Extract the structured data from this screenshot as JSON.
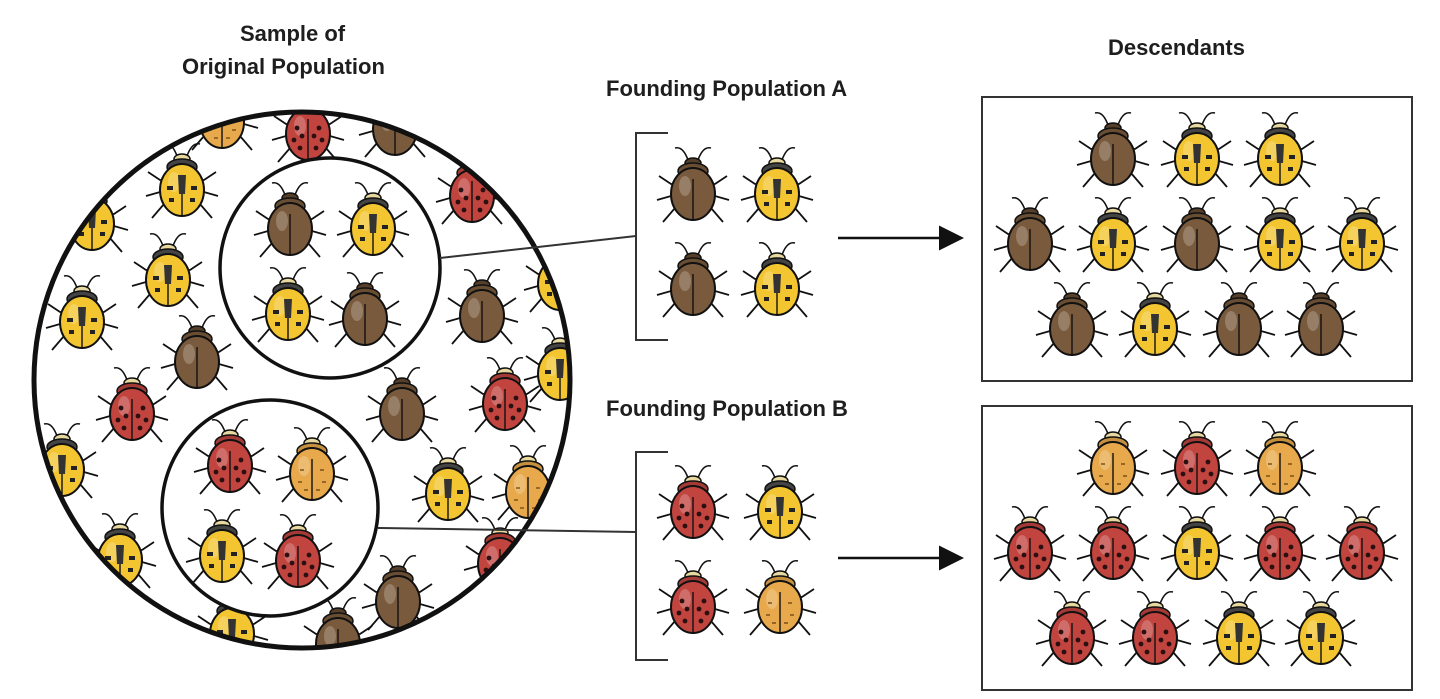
{
  "labels": {
    "sample_line1": "Sample of",
    "sample_line2": "Original Population",
    "founding_a": "Founding Population A",
    "founding_b": "Founding Population B",
    "descendants": "Descendants"
  },
  "colors": {
    "brown": "#7a5a3c",
    "yellow": "#f2c531",
    "red": "#c1443f",
    "orange": "#e7a94b",
    "outline": "#111111"
  },
  "founding_a": {
    "members": [
      "brown",
      "yellow",
      "brown",
      "yellow"
    ]
  },
  "founding_b": {
    "members": [
      "red",
      "yellow",
      "red",
      "orange"
    ]
  },
  "descendants_a": {
    "members": [
      "brown",
      "yellow",
      "yellow",
      "brown",
      "yellow",
      "brown",
      "yellow",
      "yellow",
      "brown",
      "yellow",
      "brown",
      "brown"
    ]
  },
  "descendants_b": {
    "members": [
      "orange",
      "red",
      "orange",
      "red",
      "red",
      "yellow",
      "red",
      "red",
      "red",
      "red",
      "yellow",
      "yellow"
    ]
  },
  "inset_a": {
    "members": [
      "brown",
      "yellow",
      "yellow",
      "brown"
    ]
  },
  "inset_b": {
    "members": [
      "red",
      "orange",
      "yellow",
      "red"
    ]
  },
  "original_population_background": {
    "members": [
      "red",
      "yellow",
      "yellow",
      "brown",
      "red",
      "yellow",
      "yellow",
      "brown",
      "brown",
      "yellow",
      "red",
      "brown",
      "red",
      "yellow",
      "yellow",
      "yellow",
      "orange",
      "yellow",
      "brown",
      "red",
      "yellow",
      "brown",
      "orange",
      "yellow"
    ]
  }
}
